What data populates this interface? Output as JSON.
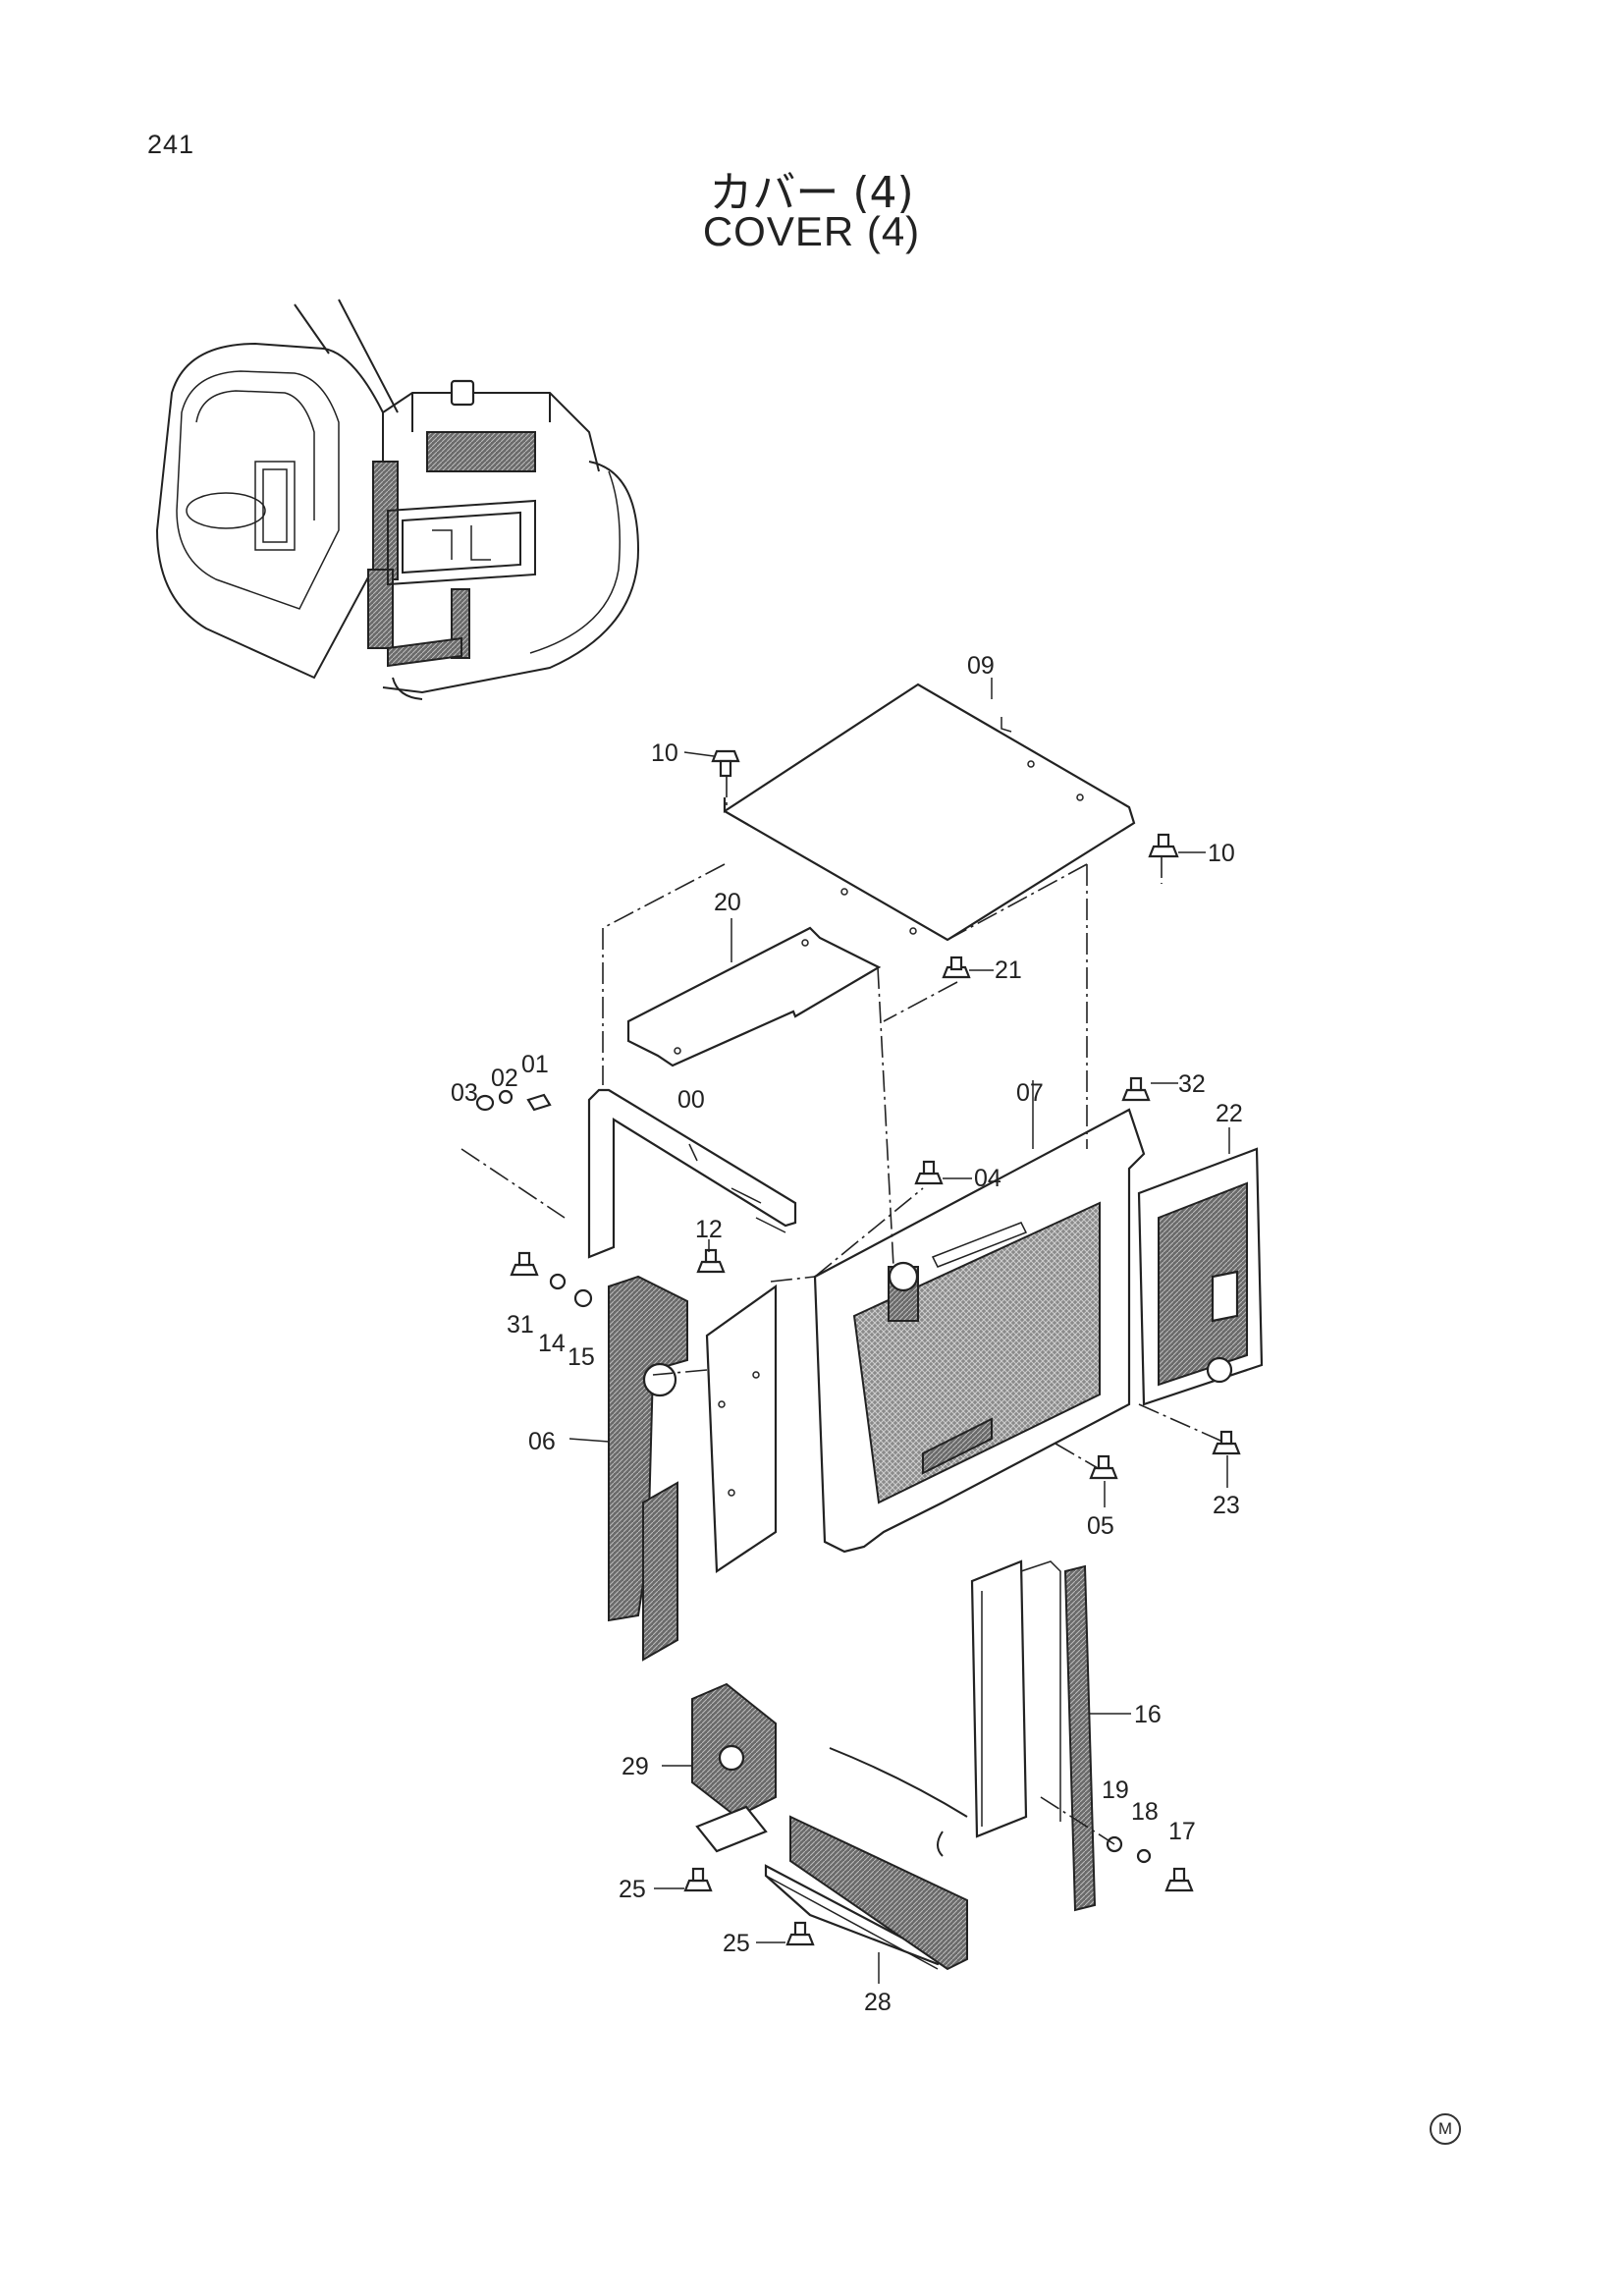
{
  "page": {
    "number": "241",
    "title_jp": "カバー (4)",
    "title_en": "COVER (4)",
    "footer_mark": "M"
  },
  "callouts": [
    {
      "id": "09",
      "label": "09"
    },
    {
      "id": "10a",
      "label": "10"
    },
    {
      "id": "10b",
      "label": "10"
    },
    {
      "id": "20",
      "label": "20"
    },
    {
      "id": "21",
      "label": "21"
    },
    {
      "id": "03",
      "label": "03"
    },
    {
      "id": "02",
      "label": "02"
    },
    {
      "id": "01",
      "label": "01"
    },
    {
      "id": "00",
      "label": "00"
    },
    {
      "id": "07",
      "label": "07"
    },
    {
      "id": "32",
      "label": "32"
    },
    {
      "id": "22",
      "label": "22"
    },
    {
      "id": "04",
      "label": "04"
    },
    {
      "id": "12",
      "label": "12"
    },
    {
      "id": "31",
      "label": "31"
    },
    {
      "id": "14",
      "label": "14"
    },
    {
      "id": "15",
      "label": "15"
    },
    {
      "id": "06",
      "label": "06"
    },
    {
      "id": "05",
      "label": "05"
    },
    {
      "id": "23",
      "label": "23"
    },
    {
      "id": "16",
      "label": "16"
    },
    {
      "id": "29",
      "label": "29"
    },
    {
      "id": "19",
      "label": "19"
    },
    {
      "id": "18",
      "label": "18"
    },
    {
      "id": "17",
      "label": "17"
    },
    {
      "id": "25a",
      "label": "25"
    },
    {
      "id": "25b",
      "label": "25"
    },
    {
      "id": "28",
      "label": "28"
    }
  ]
}
